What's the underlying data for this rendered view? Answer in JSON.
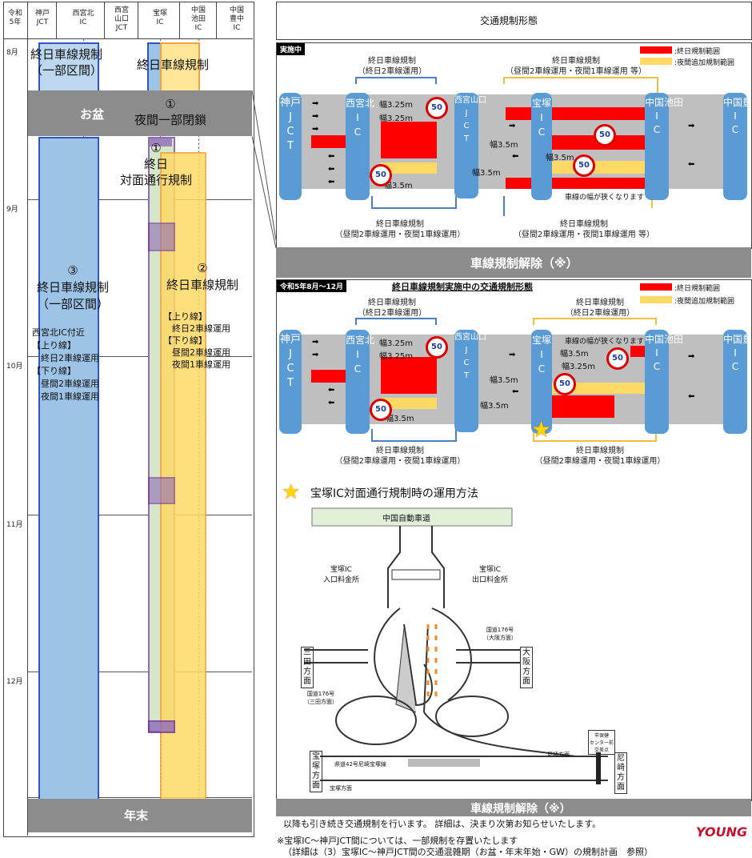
{
  "left_panel": {
    "header_year": "令和\n5年",
    "columns": [
      "神戸\nJCT",
      "西宮北\nIC",
      "西宮\n山口\nJCT",
      "宝塚\nIC",
      "中国\n池田\nIC",
      "中国\n豊中\nIC"
    ],
    "months": [
      "8月",
      "9月",
      "10月",
      "11月",
      "12月"
    ],
    "obon": "お盆",
    "nenmatsu": "年末",
    "label_aug_left": "終日車線規制\n（一部区間）",
    "label_aug_right": "終日車線規制",
    "label_night": "①\n夜間一部閉鎖",
    "label_facing": "①\n終日\n対面通行規制",
    "label_3": "③\n終日車線規制\n（一部区間）",
    "label_3_detail": "西宮北IC付近\n【上り線】\n　終日2車線運用\n【下り線】\n　昼間2車線運用\n　夜間1車線運用",
    "label_2": "②\n終日車線規制",
    "label_2_detail": "【上り線】\n　終日2車線運用\n【下り線】\n　昼間2車線運用\n　夜間1車線運用"
  },
  "right_panel": {
    "header": "交通規制形態",
    "section1": {
      "badge": "実施中",
      "legend": [
        ":終日規制範囲",
        ":夜間追加規制範囲"
      ],
      "top_left": "終日車線規制\n（終日2車線運用）",
      "top_right": "終日車線規制\n（昼間2車線運用・夜間1車線運用 等）",
      "bottom_left": "終日車線規制\n（昼間2車線運用・夜間1車線運用）",
      "bottom_right": "終日車線規制\n（昼間2車線運用・夜間1車線運用 等）",
      "narrow": "車線の幅が狭くなります",
      "widths": [
        "幅3.25m",
        "幅3.25m",
        "幅3.5m",
        "幅3.5m",
        "幅3.5m",
        "幅3.5m"
      ]
    },
    "release": "車線規制解除（※）",
    "section2": {
      "badge": "令和5年8月～12月",
      "title": "終日車線規制実施中の交通規制形態",
      "legend": [
        ":終日規制範囲",
        ":夜間追加規制範囲"
      ],
      "top_left": "終日車線規制\n（終日2車線運用）",
      "top_right": "終日車線規制\n（終日2車線運用）",
      "bottom_left": "終日車線規制\n（昼間2車線運用・夜間1車線運用）",
      "bottom_right": "終日車線規制\n（昼間2車線運用・夜間1車線運用）",
      "narrow": "車線の幅が狭くなります",
      "widths": [
        "幅3.25m",
        "幅3.25m",
        "幅3.5m",
        "幅3.5m",
        "幅3.5m",
        "幅3.25m",
        "幅3.5m"
      ]
    },
    "nodes": [
      "神戸\nJ\nC\nT",
      "西宮北\nI\nC",
      "西宮山口\nJ\nC\nT",
      "宝塚\nI\nC",
      "中国池田\nI\nC",
      "中国豊中\nI\nC"
    ],
    "speed": "50",
    "map_title": "宝塚IC対面通行規制時の運用方法",
    "map": {
      "highway": "中国自動車道",
      "entry": "宝塚IC\n入口料金所",
      "exit": "宝塚IC\n出口料金所",
      "route176_osaka": "国道176号\n（大阪方面）",
      "route176_sanda": "国道176号\n（三田方面）",
      "sanda": "三\n田\n方\n面",
      "osaka": "大\n阪\n方\n面",
      "takarazuka": "宝\n塚\n方\n面",
      "amagasaki": "尼\n崎\n方\n面",
      "prefroad": "県道42号尼崎宝塚線",
      "takarazuka_small": "宝塚方面",
      "amagasaki_small": "尼崎方面",
      "center": "市保健\nセンター前\n交差点"
    },
    "release2": "車線規制解除（※）",
    "release_note": "以降も引き続き交通規制を行います。 詳細は、決まり次第お知らせいたします。",
    "footnote1": "※宝塚IC～神戸JCT間については、一部規制を存置いたします",
    "footnote2": "（詳細は（3）宝塚IC～神戸JCT間の交通混雑期（お盆・年末年始・GW）の規制計画　参照）",
    "watermark": "YOUNG"
  },
  "colors": {
    "blue": "#5b9bd5",
    "red": "#ff0000",
    "yellow": "#ffd966",
    "gray": "#8c8c8c",
    "purple": "#8e6bb8"
  }
}
